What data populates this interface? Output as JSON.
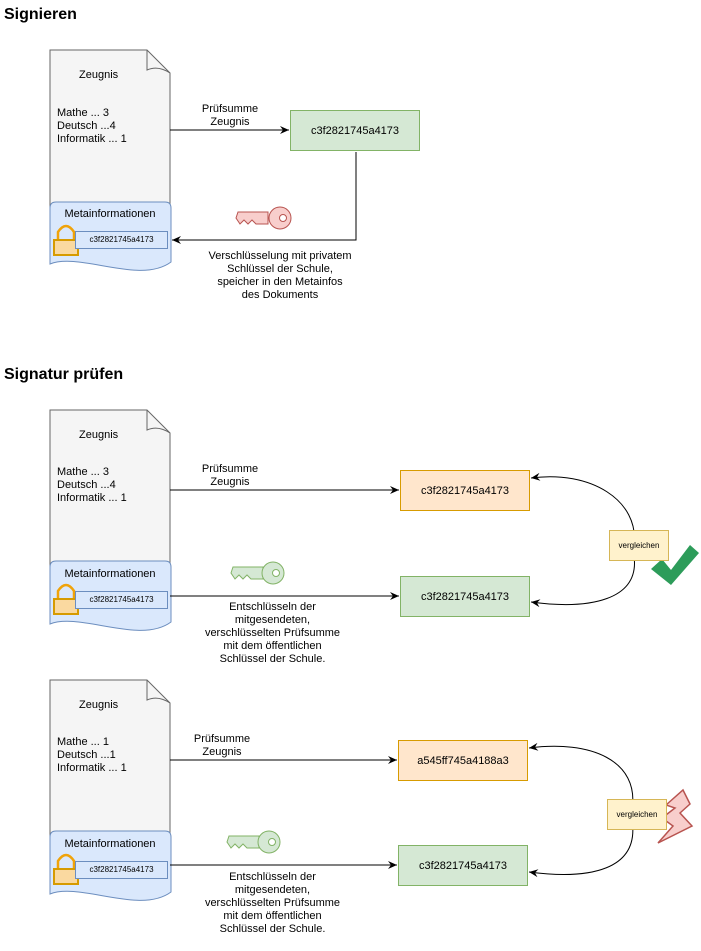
{
  "sections": {
    "sign_title": "Signieren",
    "verify_title": "Signatur prüfen"
  },
  "doc1": {
    "title": "Zeugnis",
    "lines": [
      "Mathe ... 3",
      "Deutsch ...4",
      "Informatik ... 1"
    ],
    "meta_label": "Metainformationen",
    "meta_hash": "c3f2821745a4173"
  },
  "doc2": {
    "title": "Zeugnis",
    "lines": [
      "Mathe ... 3",
      "Deutsch ...4",
      "Informatik ... 1"
    ],
    "meta_label": "Metainformationen",
    "meta_hash": "c3f2821745a4173"
  },
  "doc3": {
    "title": "Zeugnis",
    "lines": [
      "Mathe ... 1",
      "Deutsch ...1",
      "Informatik ... 1"
    ],
    "meta_label": "Metainformationen",
    "meta_hash": "c3f2821745a4173"
  },
  "sign": {
    "checksum_label": [
      "Prüfsumme",
      "Zeugnis"
    ],
    "hash": "c3f2821745a4173",
    "encrypt_label": [
      "Verschlüsselung mit privatem",
      "Schlüssel der Schule,",
      "speicher in den Metainfos",
      "des Dokuments"
    ]
  },
  "verify_ok": {
    "checksum_label": [
      "Prüfsumme",
      "Zeugnis"
    ],
    "computed_hash": "c3f2821745a4173",
    "decrypted_hash": "c3f2821745a4173",
    "decrypt_label": [
      "Entschlüsseln der",
      "mitgesendeten,",
      "verschlüsselten Prüfsumme",
      "mit dem öffentlichen",
      "Schlüssel der Schule."
    ],
    "compare_label": "vergleichen"
  },
  "verify_fail": {
    "checksum_label": [
      "Prüfsumme",
      "Zeugnis"
    ],
    "computed_hash": "a545ff745a4188a3",
    "decrypted_hash": "c3f2821745a4173",
    "decrypt_label": [
      "Entschlüsseln der",
      "mitgesendeten,",
      "verschlüsselten Prüfsumme",
      "mit dem öffentlichen",
      "Schlüssel der Schule."
    ],
    "compare_label": "vergleichen"
  },
  "colors": {
    "doc_fill": "#f5f5f5",
    "doc_stroke": "#666666",
    "meta_fill": "#dae8fc",
    "meta_stroke": "#6c8ebf",
    "lock": "#f0a30a",
    "private_key": "#f8cecc",
    "public_key": "#d5e8d4",
    "check": "#2d9c5a",
    "fail": "#f8cecc"
  },
  "icons": {
    "lock": "padlock-icon",
    "private_key": "private-key-icon",
    "public_key": "public-key-icon",
    "match": "checkmark-icon",
    "mismatch": "lightning-icon"
  }
}
